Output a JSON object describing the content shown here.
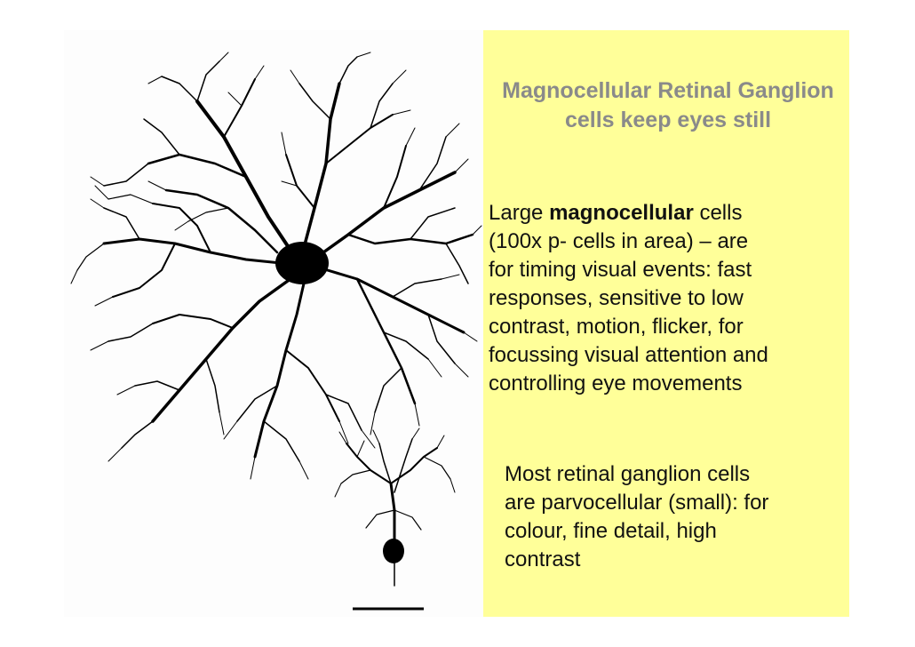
{
  "slide": {
    "title": "Magnocellular Retinal Ganglion cells keep eyes still",
    "paragraph1": {
      "line1_pre": "Large ",
      "line1_bold": "magnocellular",
      "line1_post": " cells",
      "lines": [
        "(100x p- cells in area) – are",
        "for timing visual events: fast",
        "responses, sensitive to low",
        "contrast, motion, flicker, for",
        "focussing visual attention and",
        "controlling eye movements"
      ]
    },
    "paragraph2": {
      "lines": [
        "Most retinal ganglion cells",
        "are parvocellular (small): for",
        "colour, fine detail, high",
        "contrast"
      ]
    }
  },
  "colors": {
    "panel_background": "#ffff99",
    "title_color": "#8a8a8a",
    "text_color": "#111111",
    "drawing_ink": "#000000"
  }
}
